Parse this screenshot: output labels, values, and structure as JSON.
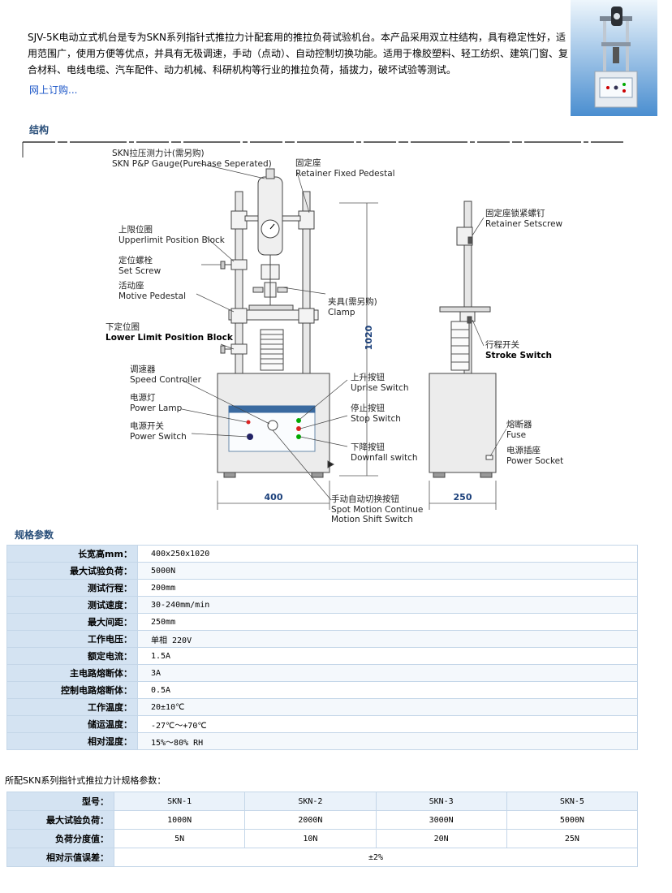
{
  "intro": {
    "text": "SJV-5K电动立式机台是专为SKN系列指针式推拉力计配套用的推拉负荷试验机台。本产品采用双立柱结构，具有稳定性好，适用范围广，使用方便等优点，并具有无极调速，手动（点动）、自动控制切换功能。适用于橡胶塑料、轻工纺织、建筑门窗、复合材料、电线电缆、汽车配件、动力机械、科研机构等行业的推拉负荷，插拔力，破坏试验等测试。",
    "order_link": "网上订购..."
  },
  "sections": {
    "structure": "结构",
    "specs": "规格参数"
  },
  "diagram": {
    "labels": {
      "gauge_cn": "SKN拉压测力计(需另购)",
      "gauge_en": "SKN P&P Gauge(Purchase Seperated)",
      "retainer_cn": "固定座",
      "retainer_en": "Retainer Fixed Pedestal",
      "upper_cn": "上限位圈",
      "upper_en": "Upperlimit Position Block",
      "setscrew_cn": "定位螺栓",
      "setscrew_en": "Set Screw",
      "motive_cn": "活动座",
      "motive_en": "Motive Pedestal",
      "clamp_cn": "夹具(需另购)",
      "clamp_en": "Clamp",
      "lower_cn": "下定位圈",
      "lower_en": "Lower Limit Position Block",
      "speed_cn": "调速器",
      "speed_en": "Speed Controller",
      "lamp_cn": "电源灯",
      "lamp_en": "Power Lamp",
      "power_cn": "电源开关",
      "power_en": "Power Switch",
      "uprise_cn": "上升按钮",
      "uprise_en": "Uprise Switch",
      "stop_cn": "停止按钮",
      "stop_en": "Stop Switch",
      "down_cn": "下降按钮",
      "down_en": "Downfall switch",
      "manual_cn": "手动自动切换按钮",
      "manual_en1": "Spot Motion  Continue",
      "manual_en2": "Motion Shift Switch",
      "ret_set_cn": "固定座锁紧螺钉",
      "ret_set_en": "Retainer Setscrew",
      "stroke_cn": "行程开关",
      "stroke_en": "Stroke Switch",
      "fuse_cn": "熔断器",
      "fuse_en": "Fuse",
      "socket_cn": "电源插座",
      "socket_en": "Power Socket"
    },
    "dims": {
      "height": "1020",
      "width": "400",
      "depth": "250"
    }
  },
  "specs": [
    {
      "key": "长宽高mm：",
      "value": "400x250x1020"
    },
    {
      "key": "最大试验负荷：",
      "value": "5000N"
    },
    {
      "key": "测试行程：",
      "value": "200mm"
    },
    {
      "key": "测试速度：",
      "value": "30-240mm/min"
    },
    {
      "key": "最大间距：",
      "value": "250mm"
    },
    {
      "key": "工作电压：",
      "value": "单相 220V"
    },
    {
      "key": "额定电流：",
      "value": "1.5A"
    },
    {
      "key": "主电路熔断体：",
      "value": "3A"
    },
    {
      "key": "控制电路熔断体：",
      "value": "0.5A"
    },
    {
      "key": "工作温度：",
      "value": "20±10℃"
    },
    {
      "key": "储运温度：",
      "value": "-27℃～+70℃"
    },
    {
      "key": "相对湿度：",
      "value": "15%～80% RH"
    }
  ],
  "skn": {
    "intro": "所配SKN系列指针式推拉力计规格参数：",
    "header_key": "型号：",
    "models": [
      "SKN-1",
      "SKN-2",
      "SKN-3",
      "SKN-5"
    ],
    "rows": [
      {
        "key": "最大试验负荷：",
        "values": [
          "1000N",
          "2000N",
          "3000N",
          "5000N"
        ]
      },
      {
        "key": "负荷分度值：",
        "values": [
          "5N",
          "10N",
          "20N",
          "25N"
        ]
      }
    ],
    "error_key": "相对示值误差：",
    "error_value": "±2%"
  }
}
